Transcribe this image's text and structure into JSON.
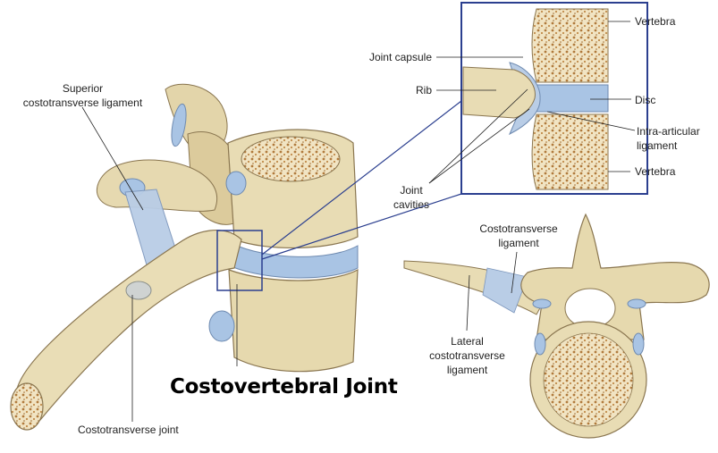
{
  "labels": {
    "vertebra_top": "Vertebra",
    "joint_capsule": "Joint capsule",
    "rib": "Rib",
    "disc": "Disc",
    "intra_articular_1": "Intra-articular",
    "intra_articular_2": "ligament",
    "vertebra_bottom": "Vertebra",
    "joint_cavities_1": "Joint",
    "joint_cavities_2": "cavities",
    "superior_ctl_1": "Superior",
    "superior_ctl_2": "costotransverse ligament",
    "costotransverse_lig_1": "Costotransverse",
    "costotransverse_lig_2": "ligament",
    "lateral_ctl_1": "Lateral",
    "lateral_ctl_2": "costotransverse",
    "lateral_ctl_3": "ligament",
    "costotransverse_joint": "Costotransverse joint"
  },
  "title": "Costovertebral Joint",
  "colors": {
    "bone": "#e8dcb4",
    "bone_shade": "#c9b68a",
    "cartilage": "#a9c4e4",
    "ligament": "#b9cde6",
    "spongy": "#b07a3c",
    "inset_border": "#2b3f8f"
  }
}
